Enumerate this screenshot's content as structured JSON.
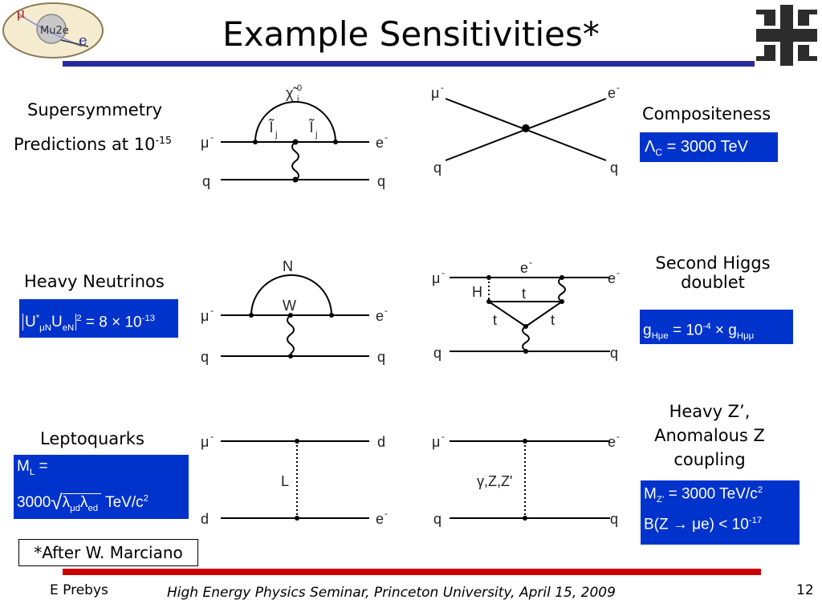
{
  "slide": {
    "title": "Example Sensitivities*",
    "page_number": "12",
    "footer_author": "E Prebys",
    "footer_event": "High Energy Physics Seminar, Princeton University, April 15, 2009",
    "note": "*After W. Marciano"
  },
  "logos": {
    "mu2e_text": "Mu2e",
    "mu2e_mu": "μ",
    "mu2e_e": "e"
  },
  "labels": {
    "susy_line1": "Supersymmetry",
    "susy_line2": "Predictions at 10",
    "susy_exp": "-15",
    "compositeness": "Compositeness",
    "heavy_neutrinos": "Heavy Neutrinos",
    "second_higgs_line1": "Second Higgs",
    "second_higgs_line2": "doublet",
    "leptoquarks": "Leptoquarks",
    "heavy_z_line1": "Heavy Z’,",
    "heavy_z_line2": "Anomalous Z",
    "heavy_z_line3": "coupling"
  },
  "formulas": {
    "lambda_c": "Λ",
    "lambda_c_sub": "C",
    "lambda_c_val": " = 3000  TeV",
    "u_main": "U",
    "u_sub1": "μN",
    "u_sub2": "eN",
    "u_star": "*",
    "u_sq": "2",
    "u_val": " = 8 × 10",
    "u_exp": "-13",
    "g_main": "g",
    "g_sub1": "Hμe",
    "g_val": " = 10",
    "g_exp": "-4",
    "g_times": " × g",
    "g_sub2": "Hμμ",
    "ml_line1": "M",
    "ml_sub": "L",
    "ml_eq": " =",
    "ml_line2a": "3000",
    "ml_lambda": "λ",
    "ml_mud": "μd",
    "ml_ed": "ed",
    "ml_unit": "TeV/c",
    "ml_unit_exp": "2",
    "mz_line1": "M",
    "mz_sub": "Z’",
    "mz_val": " = 3000 TeV/c",
    "mz_exp": "2",
    "bz_line": "B(Z → μe) < 10",
    "bz_exp": "-17"
  },
  "diagrams": {
    "mu": "μ",
    "minus": "-",
    "e": "e",
    "q": "q",
    "d": "d",
    "chi": "χ̃",
    "chi_sup": "0",
    "chi_sub": "i",
    "slep_j": "l̃",
    "slep_sub": "j",
    "N": "N",
    "W": "W",
    "H": "H",
    "t": "t",
    "L": "L",
    "gzz": "γ,Z,Z'"
  }
}
